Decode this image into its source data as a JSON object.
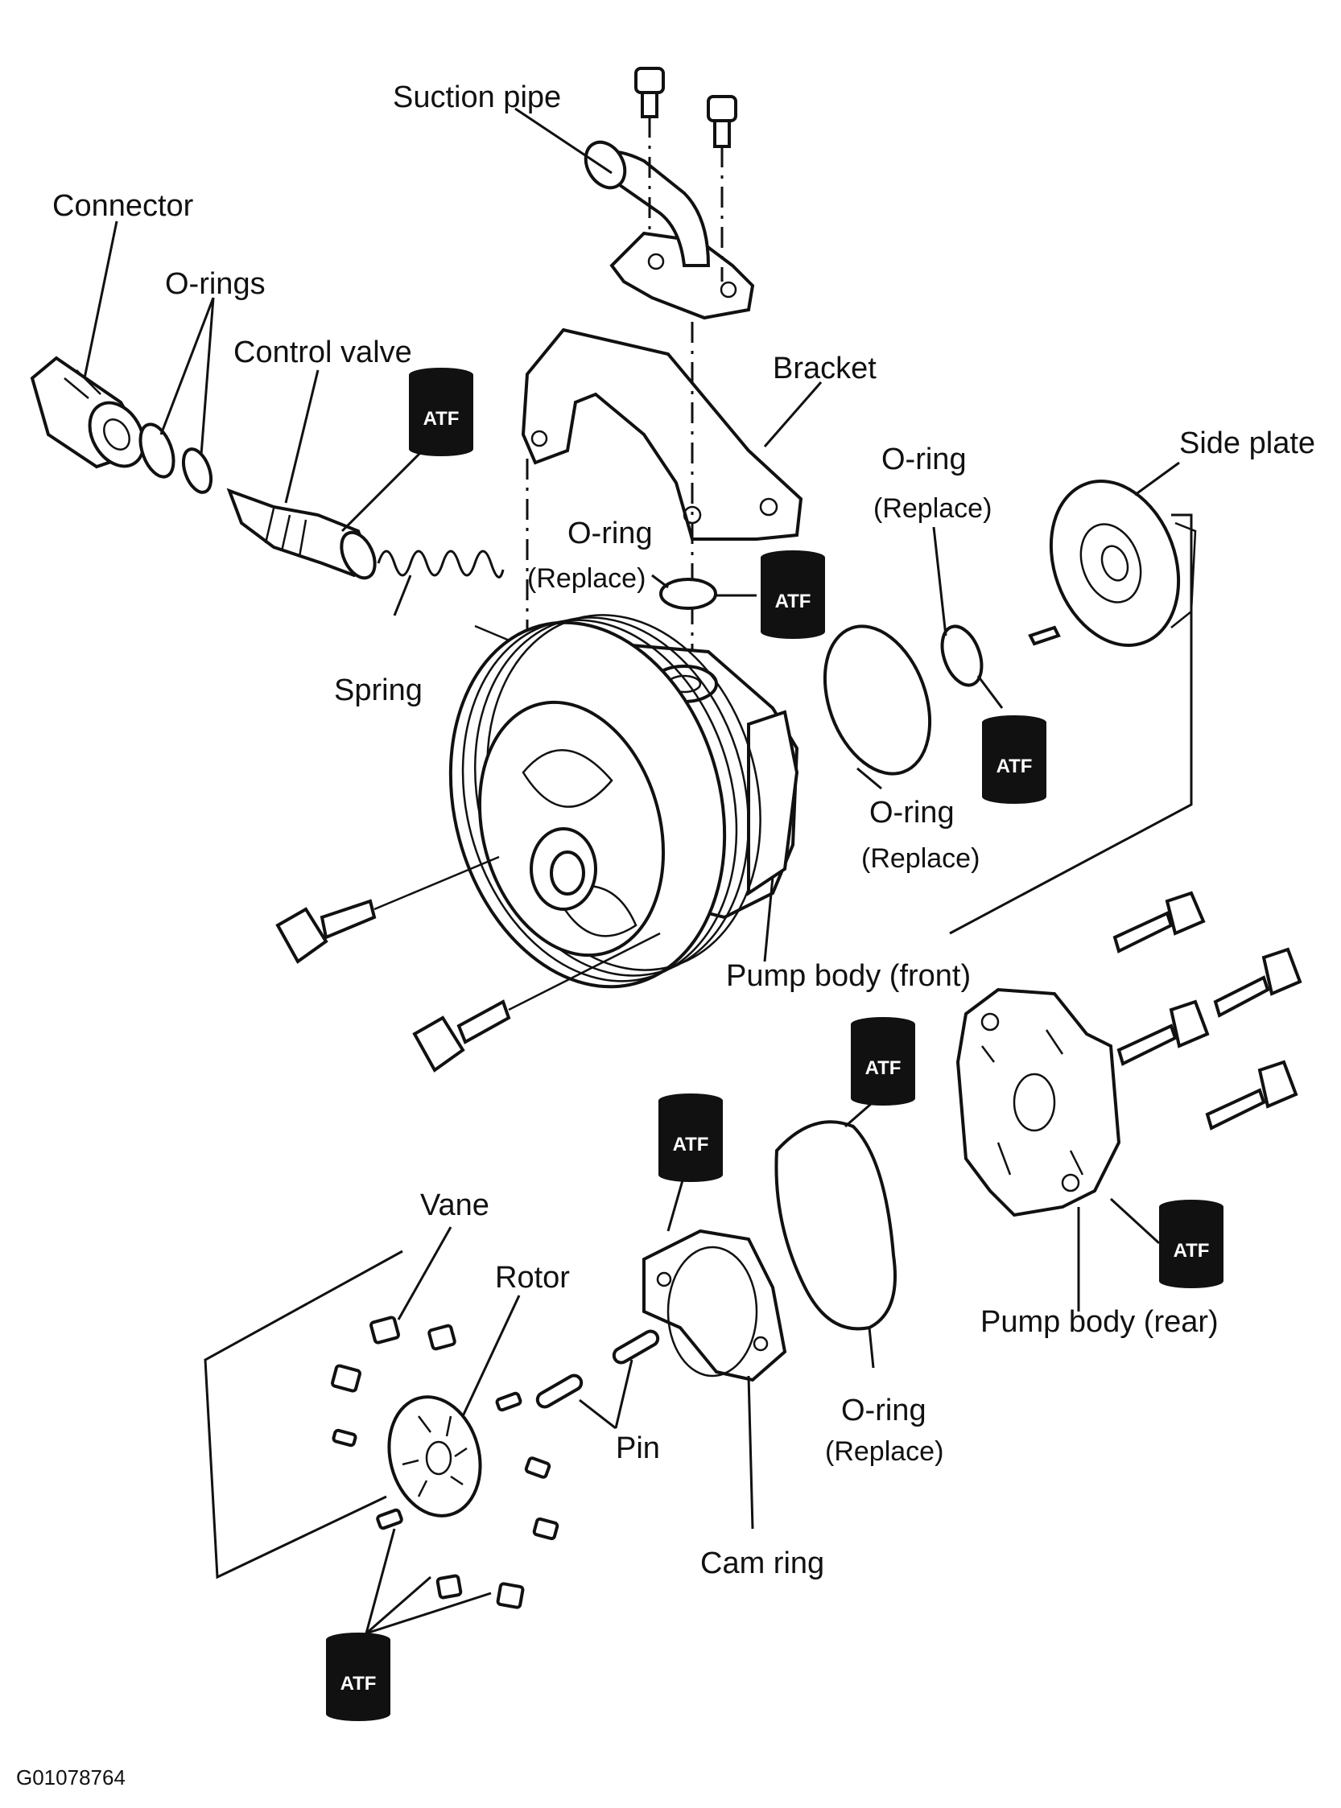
{
  "labels": {
    "suction_pipe": "Suction pipe",
    "connector": "Connector",
    "o_rings": "O-rings",
    "control_valve": "Control valve",
    "bracket": "Bracket",
    "side_plate": "Side plate",
    "o_ring_top_right": "O-ring",
    "o_ring_top_right_sub": "(Replace)",
    "o_ring_center": "O-ring",
    "o_ring_center_sub": "(Replace)",
    "spring": "Spring",
    "o_ring_mid_right": "O-ring",
    "o_ring_mid_right_sub": "(Replace)",
    "pump_body_front": "Pump body (front)",
    "pump_body_rear": "Pump body (rear)",
    "vane": "Vane",
    "rotor": "Rotor",
    "pin": "Pin",
    "cam_ring": "Cam ring",
    "o_ring_bottom": "O-ring",
    "o_ring_bottom_sub": "(Replace)"
  },
  "atf_badge_text": "ATF",
  "figure_code": "G01078764",
  "icons": [
    "atf-can-icon"
  ]
}
